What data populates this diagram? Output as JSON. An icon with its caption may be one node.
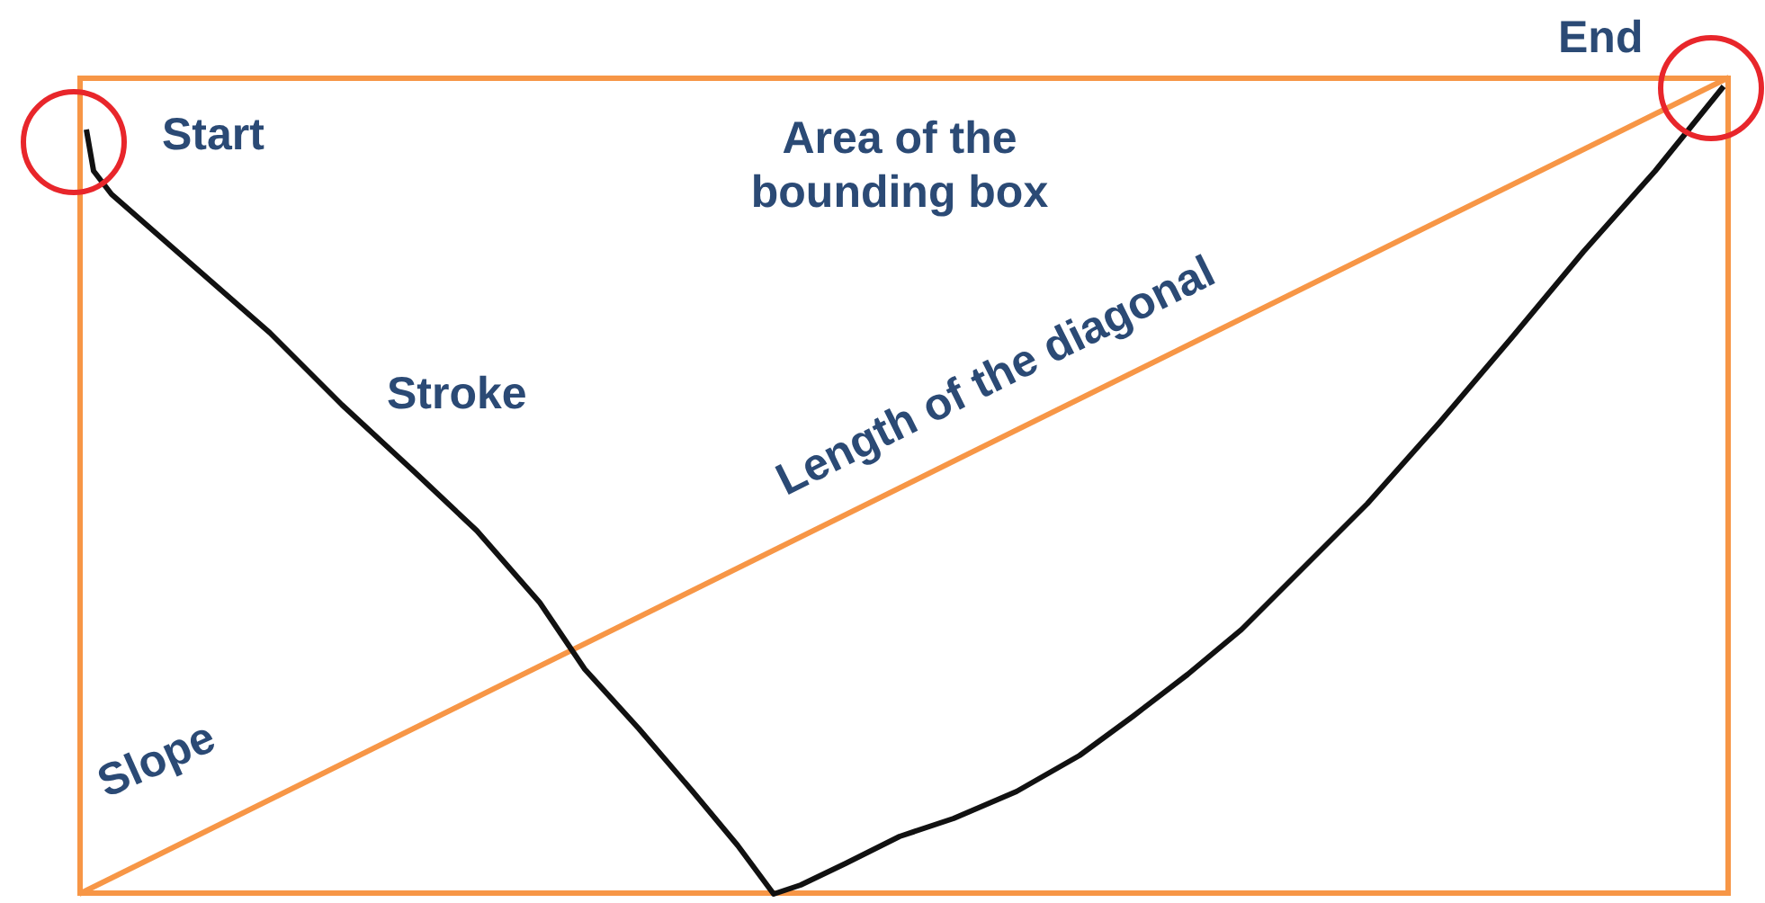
{
  "diagram": {
    "nodes": [
      {
        "text": [
          "Area of the bounding box"
        ]
      }
    ],
    "labels": [
      "End",
      "Start",
      "Stroke",
      "Length of the diagonal",
      "Slope"
    ]
  }
}
